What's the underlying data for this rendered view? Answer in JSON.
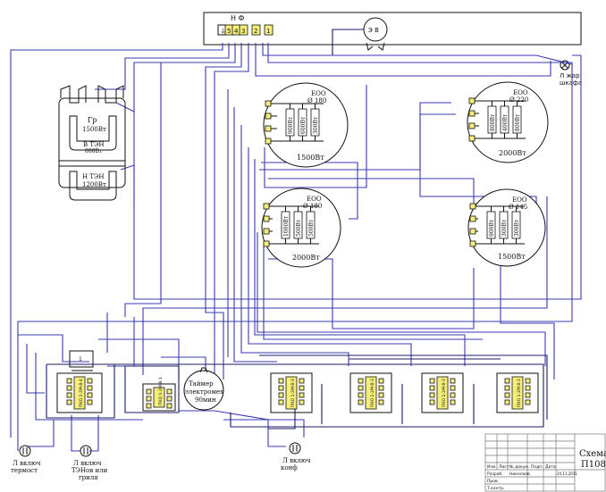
{
  "terminal_block": {
    "header": "Н  Ф",
    "terminals": [
      "⏚",
      "5",
      "4",
      "3",
      "2",
      "1"
    ]
  },
  "fan": {
    "label": "Э В"
  },
  "lamp_cabinet": {
    "label_line1": "Л жар",
    "label_line2": "шкафа"
  },
  "heaters": {
    "grill": {
      "line1": "Гр",
      "line2": "1500Вт"
    },
    "top": {
      "line1": "В ТЭН",
      "line2": "800Вт"
    },
    "bottom": {
      "line1": "Н ТЭН",
      "line2": "1200Вт"
    }
  },
  "burners": [
    {
      "line1": "ЕОО",
      "line2": "Ø 180",
      "res": [
        "900Вт",
        "600Вт",
        "300Вт"
      ],
      "power": "1500Вт"
    },
    {
      "line1": "ЕОО",
      "line2": "Ø 220",
      "res": [
        "800Вт",
        "400Вт",
        "800Вт"
      ],
      "power": "2000Вт"
    },
    {
      "line1": "ЕОО",
      "line2": "Ø 180",
      "res": [
        "1000Вт",
        "500Вт",
        "500Вт"
      ],
      "power": "2000Вт"
    },
    {
      "line1": "ЕОО",
      "line2": "Ø 145",
      "res": [
        "900Вт",
        "300Вт",
        "300Вт"
      ],
      "power": "1500Вт"
    }
  ],
  "timer": {
    "line1": "Таймер",
    "line2": "электромех",
    "line3": "90мин"
  },
  "switches": [
    "ПКО 1-2М-8-4",
    "ПКО 1-2М-8-1",
    "ПКО 1-2М-8-3",
    "ПКО 1-2М-8-3",
    "ПКО 1-2М-8-3",
    "ПКО 1-2М-8-3"
  ],
  "lamps": [
    {
      "line1": "Л включ",
      "line2": "термост",
      "line3": ""
    },
    {
      "line1": "Л включ",
      "line2": "ТЭНов или",
      "line3": "гриля"
    },
    {
      "line1": "Л включ",
      "line2": "конф",
      "line3": ""
    }
  ],
  "title_block": {
    "headers": [
      "Изм.",
      "Лист",
      "№ докум.",
      "Подп.",
      "Дата"
    ],
    "rows": [
      {
        "role": "Разраб.",
        "name": "Николаев",
        "date": "24.11.2011"
      },
      {
        "role": "Пров.",
        "name": "",
        "date": ""
      },
      {
        "role": "Т.контр.",
        "name": "",
        "date": ""
      }
    ],
    "title_line1": "Схема",
    "title_line2": "П108"
  }
}
